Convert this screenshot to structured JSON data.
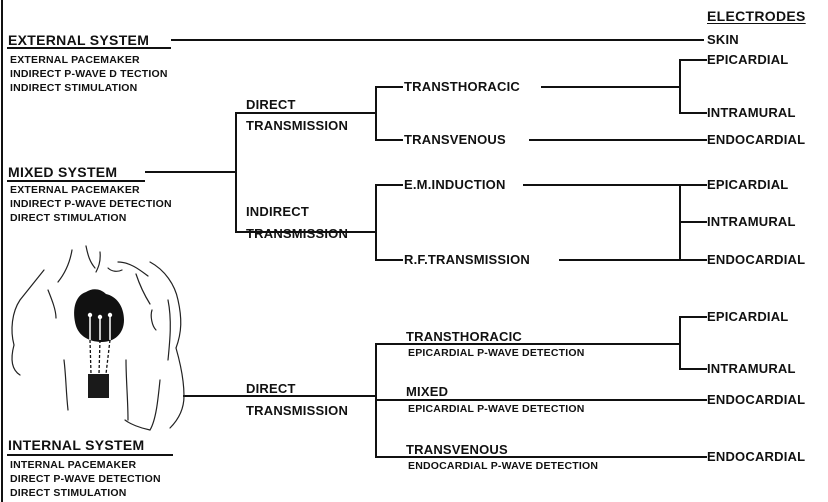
{
  "electrodes_header": "ELECTRODES",
  "external": {
    "title": "EXTERNAL SYSTEM",
    "lines": [
      "EXTERNAL PACEMAKER",
      "INDIRECT P-WAVE D TECTION",
      "INDIRECT STIMULATION"
    ],
    "electrode": "SKIN"
  },
  "mixed": {
    "title": "MIXED SYSTEM",
    "lines": [
      "EXTERNAL PACEMAKER",
      "INDIRECT P-WAVE DETECTION",
      "DIRECT STIMULATION"
    ],
    "direct": {
      "label": [
        "DIRECT",
        "TRANSMISSION"
      ],
      "transthoracic": "TRANSTHORACIC",
      "transthoracic_electrodes": [
        "EPICARDIAL",
        "INTRAMURAL"
      ],
      "transvenous": "TRANSVENOUS",
      "transvenous_electrode": "ENDOCARDIAL"
    },
    "indirect": {
      "label": [
        "INDIRECT",
        "TRANSMISSION"
      ],
      "em": "E.M.INDUCTION",
      "rf": "R.F.TRANSMISSION",
      "electrodes": [
        "EPICARDIAL",
        "INTRAMURAL",
        "ENDOCARDIAL"
      ]
    }
  },
  "internal": {
    "title": "INTERNAL SYSTEM",
    "lines": [
      "INTERNAL PACEMAKER",
      "DIRECT P-WAVE DETECTION",
      "DIRECT STIMULATION"
    ],
    "direct": {
      "label": [
        "DIRECT",
        "TRANSMISSION"
      ],
      "transthoracic": "TRANSTHORACIC",
      "transthoracic_sub": "EPICARDIAL P-WAVE DETECTION",
      "transthoracic_electrodes": [
        "EPICARDIAL",
        "INTRAMURAL"
      ],
      "mixed": "MIXED",
      "mixed_sub": "EPICARDIAL P-WAVE DETECTION",
      "mixed_electrode": "ENDOCARDIAL",
      "transvenous": "TRANSVENOUS",
      "transvenous_sub": "ENDOCARDIAL P-WAVE DETECTION",
      "transvenous_electrode": "ENDOCARDIAL"
    }
  }
}
